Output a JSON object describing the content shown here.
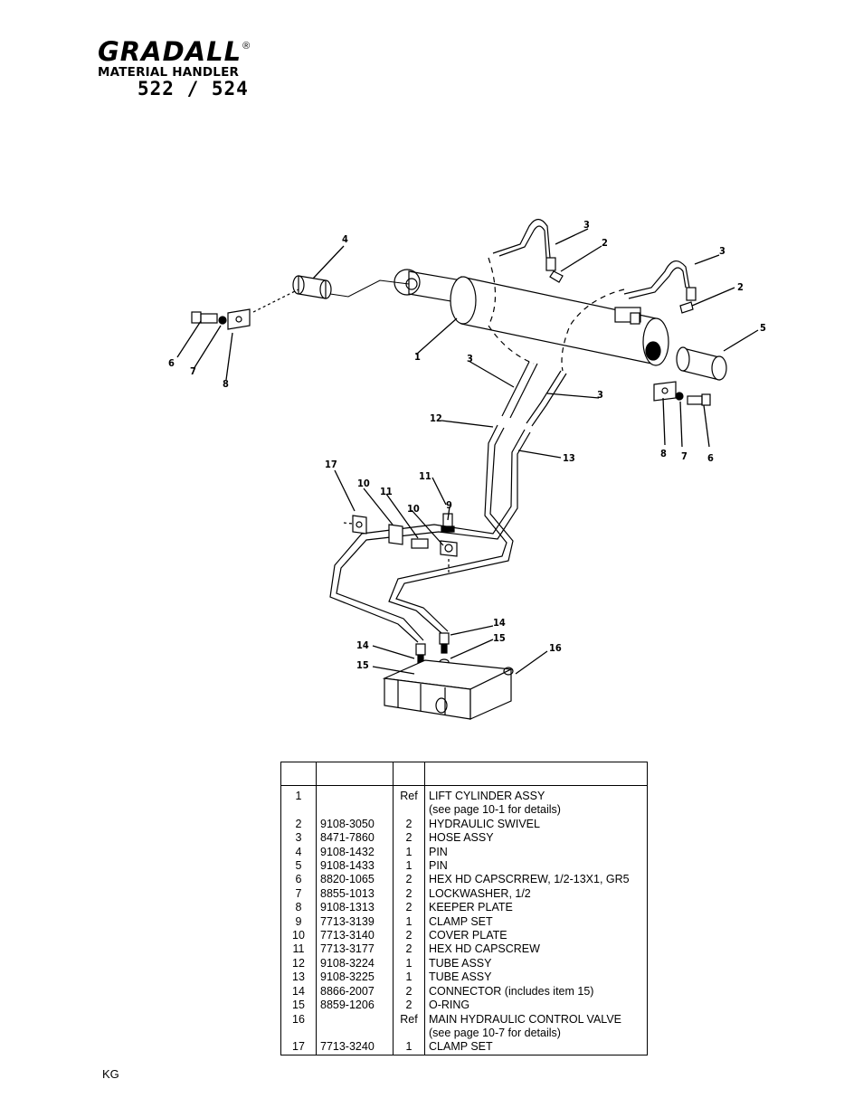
{
  "header": {
    "brand": "GRADALL",
    "registered": "®",
    "subtitle": "MATERIAL HANDLER",
    "model": "522 / 524"
  },
  "diagram_callouts": [
    "1",
    "2",
    "2",
    "3",
    "3",
    "3",
    "3",
    "4",
    "5",
    "6",
    "6",
    "7",
    "7",
    "8",
    "8",
    "9",
    "10",
    "10",
    "11",
    "11",
    "12",
    "13",
    "14",
    "14",
    "15",
    "15",
    "16",
    "17"
  ],
  "parts_table": {
    "rows": [
      {
        "item": "1",
        "part": "",
        "qty": "Ref",
        "desc": "LIFT CYLINDER ASSY"
      },
      {
        "item": "",
        "part": "",
        "qty": "",
        "desc": "(see page 10-1 for details)"
      },
      {
        "item": "2",
        "part": "9108-3050",
        "qty": "2",
        "desc": "HYDRAULIC SWIVEL"
      },
      {
        "item": "3",
        "part": "8471-7860",
        "qty": "2",
        "desc": "HOSE ASSY"
      },
      {
        "item": "4",
        "part": "9108-1432",
        "qty": "1",
        "desc": "PIN"
      },
      {
        "item": "5",
        "part": "9108-1433",
        "qty": "1",
        "desc": "PIN"
      },
      {
        "item": "6",
        "part": "8820-1065",
        "qty": "2",
        "desc": "HEX HD CAPSCRREW, 1/2-13X1, GR5"
      },
      {
        "item": "7",
        "part": "8855-1013",
        "qty": "2",
        "desc": "LOCKWASHER, 1/2"
      },
      {
        "item": "8",
        "part": "9108-1313",
        "qty": "2",
        "desc": "KEEPER PLATE"
      },
      {
        "item": "9",
        "part": "7713-3139",
        "qty": "1",
        "desc": "CLAMP SET"
      },
      {
        "item": "10",
        "part": "7713-3140",
        "qty": "2",
        "desc": "COVER PLATE"
      },
      {
        "item": "11",
        "part": "7713-3177",
        "qty": "2",
        "desc": "HEX HD CAPSCREW"
      },
      {
        "item": "12",
        "part": "9108-3224",
        "qty": "1",
        "desc": "TUBE ASSY"
      },
      {
        "item": "13",
        "part": "9108-3225",
        "qty": "1",
        "desc": "TUBE ASSY"
      },
      {
        "item": "14",
        "part": "8866-2007",
        "qty": "2",
        "desc": "CONNECTOR (includes item 15)"
      },
      {
        "item": "15",
        "part": "8859-1206",
        "qty": "2",
        "desc": "O-RING"
      },
      {
        "item": "16",
        "part": "",
        "qty": "Ref",
        "desc": "MAIN HYDRAULIC CONTROL VALVE"
      },
      {
        "item": "",
        "part": "",
        "qty": "",
        "desc": "(see page 10-7 for details)"
      },
      {
        "item": "17",
        "part": "7713-3240",
        "qty": "1",
        "desc": "CLAMP SET"
      }
    ]
  },
  "footer": {
    "code": "KG"
  }
}
